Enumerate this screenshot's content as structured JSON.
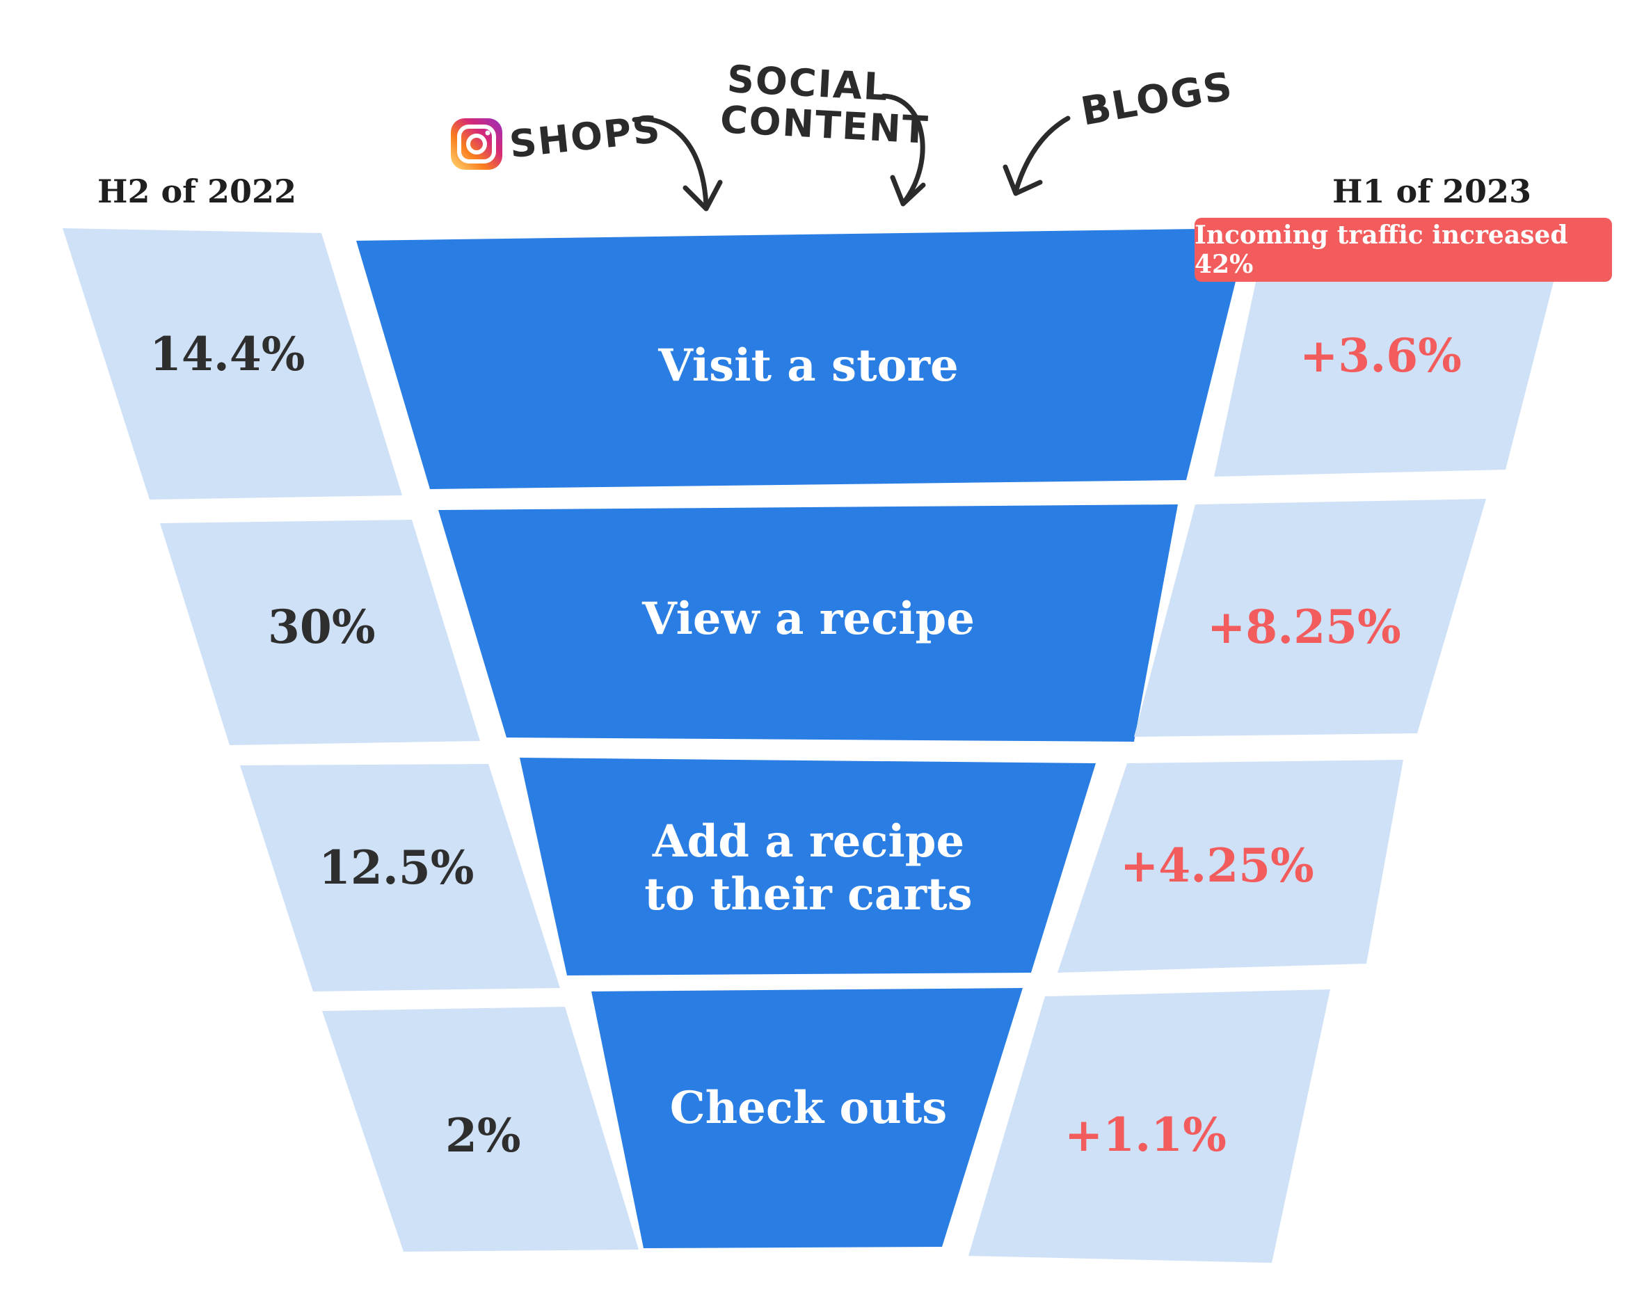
{
  "colors": {
    "funnel_blue": "#2a7ee3",
    "panel_light_blue": "#cfe1f7",
    "positive_red": "#f25c5c",
    "callout_bg": "#f25c5c",
    "dark_text": "#2e2e2e"
  },
  "header": {
    "left_period": "H2 of 2022",
    "right_period": "H1 of 2023"
  },
  "sources": {
    "shops": "SHOPS",
    "shops_icon": "instagram-icon",
    "social_content_line1": "SOCIAL",
    "social_content_line2": "CONTENT",
    "blogs": "BLOGS"
  },
  "callout": {
    "text": "Incoming traffic increased 42%"
  },
  "funnel": {
    "stages": [
      {
        "label_lines": [
          "Visit a store"
        ],
        "h2_2022": "14.4%",
        "h1_2023": "+3.6%"
      },
      {
        "label_lines": [
          "View a recipe"
        ],
        "h2_2022": "30%",
        "h1_2023": "+8.25%"
      },
      {
        "label_lines": [
          "Add a recipe",
          "to their carts"
        ],
        "h2_2022": "12.5%",
        "h1_2023": "+4.25%"
      },
      {
        "label_lines": [
          "Check outs"
        ],
        "h2_2022": "2%",
        "h1_2023": "+1.1%"
      }
    ]
  }
}
